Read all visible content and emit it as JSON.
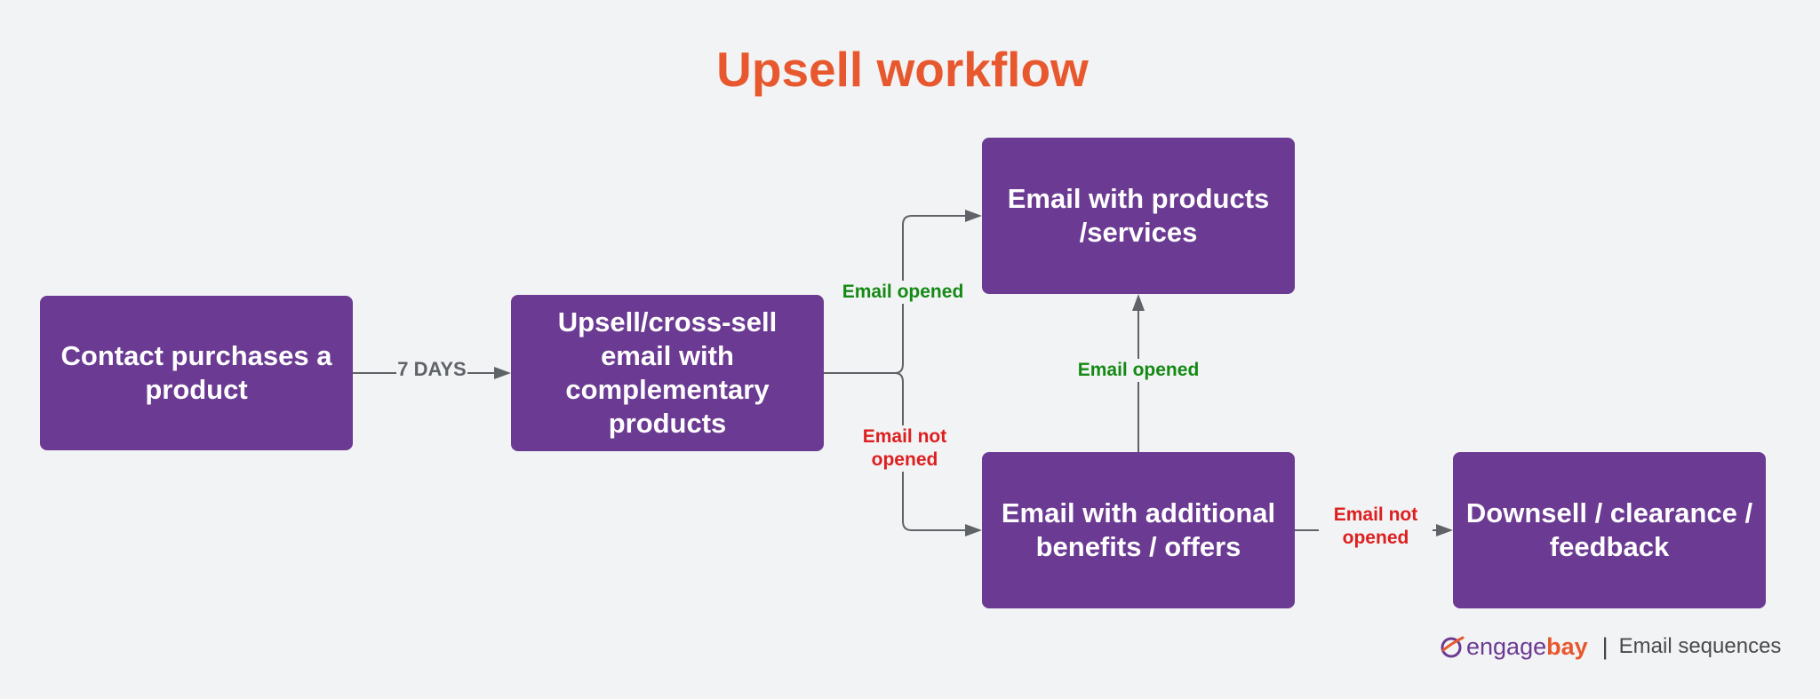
{
  "title": "Upsell workflow",
  "nodes": {
    "contact": "Contact purchases a\nproduct",
    "upsell": "Upsell/cross-sell\nemail with\ncomplementary\nproducts",
    "products": "Email with products\n/services",
    "benefits": "Email with additional\nbenefits / offers",
    "downsell": "Downsell / clearance /\nfeedback"
  },
  "edges": {
    "wait": "7 DAYS",
    "opened_top": "Email opened",
    "not_opened_mid": "Email not\nopened",
    "opened_right": "Email opened",
    "not_opened_right": "Email not\nopened"
  },
  "footer": {
    "logo_part1": "engage",
    "logo_part2": "bay",
    "separator": "|",
    "tagline": "Email sequences"
  },
  "colors": {
    "title": "#e8582e",
    "node_fill": "#6b3a92",
    "opened": "#148a14",
    "not_opened": "#dd1f1f",
    "connector": "#5f6368"
  }
}
